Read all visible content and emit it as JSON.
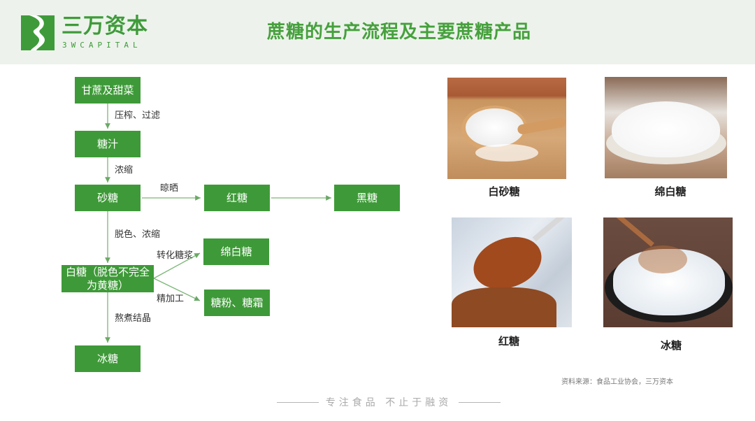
{
  "header": {
    "logo": {
      "name_cn": "三万资本",
      "name_en": "3WCAPITAL"
    },
    "title": "蔗糖的生产流程及主要蔗糖产品"
  },
  "flowchart": {
    "nodes": {
      "raw": "甘蔗及甜菜",
      "juice": "糖汁",
      "granulated": "砂糖",
      "brown": "红糖",
      "black": "黑糖",
      "white": "白糖（脱色不完全为黄糖）",
      "soft_white": "绵白糖",
      "powder": "糖粉、糖霜",
      "rock": "冰糖"
    },
    "edges": {
      "press_filter": "压榨、过滤",
      "concentrate": "浓缩",
      "sun_dry": "晾晒",
      "decolor": "脱色、浓缩",
      "invert_syrup": "转化糖浆",
      "refine": "精加工",
      "crystallize": "熬煮结晶"
    }
  },
  "products": [
    {
      "caption": "白砂糖",
      "image": "white-granulated-sugar-photo"
    },
    {
      "caption": "绵白糖",
      "image": "soft-white-sugar-photo"
    },
    {
      "caption": "红糖",
      "image": "brown-sugar-photo"
    },
    {
      "caption": "冰糖",
      "image": "rock-sugar-photo"
    }
  ],
  "footer": {
    "source": "资料来源：食品工业协会，三万资本",
    "slogan": "专注食品  不止于融资"
  },
  "colors": {
    "brand_green": "#3e9a38",
    "header_bg": "#edf3ec",
    "title_green": "#46a03d"
  }
}
